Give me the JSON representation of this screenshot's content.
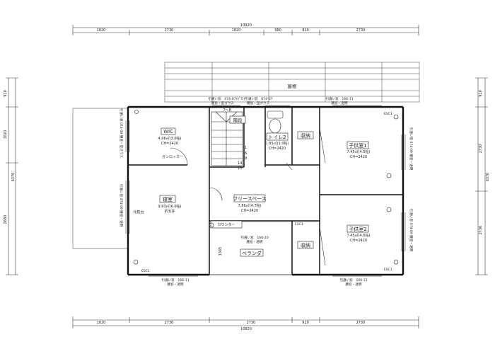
{
  "dimensions": {
    "top_total": "10920",
    "top_segments": [
      "1820",
      "2730",
      "1820",
      "980",
      "910",
      "2730"
    ],
    "bottom_total": "10920",
    "bottom_segments": [
      "1820",
      "2730",
      "2730",
      "910",
      "2730"
    ],
    "left_segments": [
      "910",
      "1820",
      "6370",
      "2680"
    ],
    "right_segments": [
      "910",
      "2730",
      "6370",
      "2730"
    ]
  },
  "labels": {
    "roof": "屋根",
    "window_top_left": "引違い窓　074-07(ｶﾞﾗｽ)引違い窓　074-07",
    "window_top_left_sub": "腰窓・型ガラス　　　　腰窓・型ガラス",
    "window_top_right": "引違い窓　166-11",
    "window_top_right_sub": "腰窓・透明",
    "window_left_upper": "引違い窓 074-09 腰窓・型ガラス",
    "window_left_lower": "引違い窓 074-09 腰窓・透明",
    "window_right_upper": "引違い窓 074-09 腰窓・透明",
    "window_right_lower": "引違い窓 074-09 腰窓・透明",
    "window_veranda": "引違い窓　166-20",
    "window_veranda_sub": "腰窓・透明",
    "window_bottom_left": "引違い窓　166-11",
    "window_bottom_left_sub": "腰窓・透明",
    "window_bottom_right": "引違い窓　166-11",
    "window_bottom_right_sub": "腰窓・透明",
    "stair_step": "7～8",
    "stair_numbers": [
      "1",
      "6",
      "9",
      "14",
      "15"
    ],
    "gas_locker": "ガンロッカー",
    "vanity": "化粧台",
    "counter": "カウンター",
    "esc_labels": [
      "ESC1",
      "ESC1",
      "ESC1",
      "ESC1"
    ],
    "veranda_dim": "1365"
  },
  "rooms": {
    "wic": {
      "name": "WIC",
      "area": "4.96㎡(3.0帖)",
      "ch": "CH=2420"
    },
    "bedroom": {
      "name": "寝室",
      "area": "9.93㎡(6.0帖)",
      "ch": "折天井"
    },
    "stairs": {
      "name": "階段"
    },
    "toilet": {
      "name": "トイレ2",
      "area": "1.65㎡(1.0帖)",
      "ch": "CH=2420"
    },
    "storage1": {
      "name": "収納"
    },
    "storage2": {
      "name": "収納"
    },
    "free_space": {
      "name": "フリースペース",
      "area": "7.86㎡(4.7帖)",
      "ch": "CH=2420"
    },
    "veranda": {
      "name": "ベランダ"
    },
    "kids1": {
      "name": "子供室1",
      "area": "7.45㎡(4.5帖)",
      "ch": "CH=2420"
    },
    "kids2": {
      "name": "子供室2",
      "area": "7.45㎡(4.5帖)",
      "ch": "CH=2420"
    }
  }
}
